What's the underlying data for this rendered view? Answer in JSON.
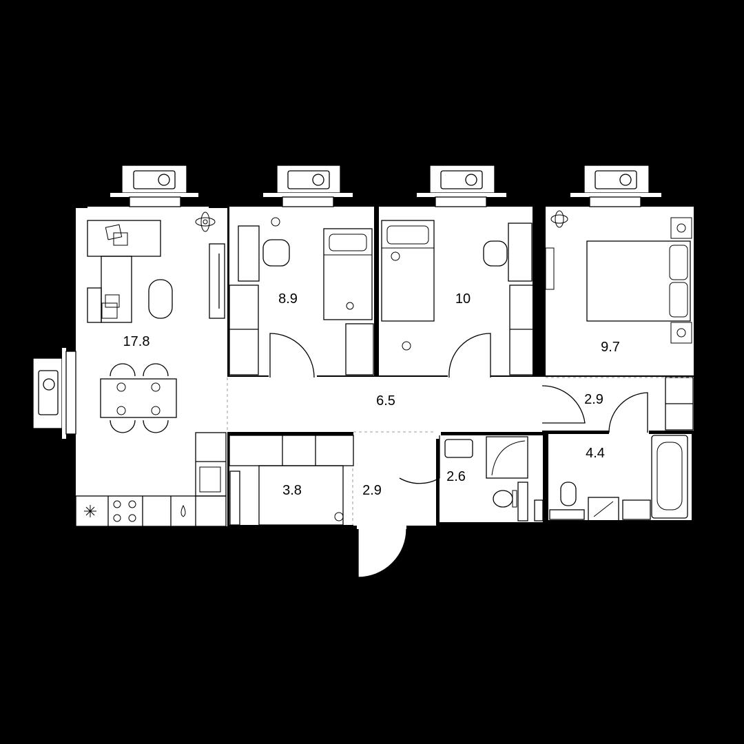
{
  "plan": {
    "rooms": [
      {
        "id": "living-kitchen",
        "area": "17.8"
      },
      {
        "id": "bedroom-1",
        "area": "8.9"
      },
      {
        "id": "bedroom-2",
        "area": "10"
      },
      {
        "id": "bedroom-3",
        "area": "9.7"
      },
      {
        "id": "corridor",
        "area": "6.5"
      },
      {
        "id": "hall",
        "area": "2.9"
      },
      {
        "id": "bathroom",
        "area": "4.4"
      },
      {
        "id": "storage",
        "area": "3.8"
      },
      {
        "id": "entrance",
        "area": "2.9"
      },
      {
        "id": "toilet",
        "area": "2.6"
      }
    ],
    "colors": {
      "background": "#000000",
      "floor": "#ffffff",
      "lines": "#000000",
      "dashed": "#999999"
    },
    "icons": [
      "fan-icon",
      "flower-icon",
      "sofa-icon",
      "table-icon",
      "bed-icon",
      "desk-icon",
      "chair-icon",
      "toy-icon",
      "stove-icon",
      "sink-icon",
      "toilet-icon",
      "bathtub-icon",
      "shower-icon",
      "washing-machine-icon",
      "fridge-icon"
    ]
  }
}
